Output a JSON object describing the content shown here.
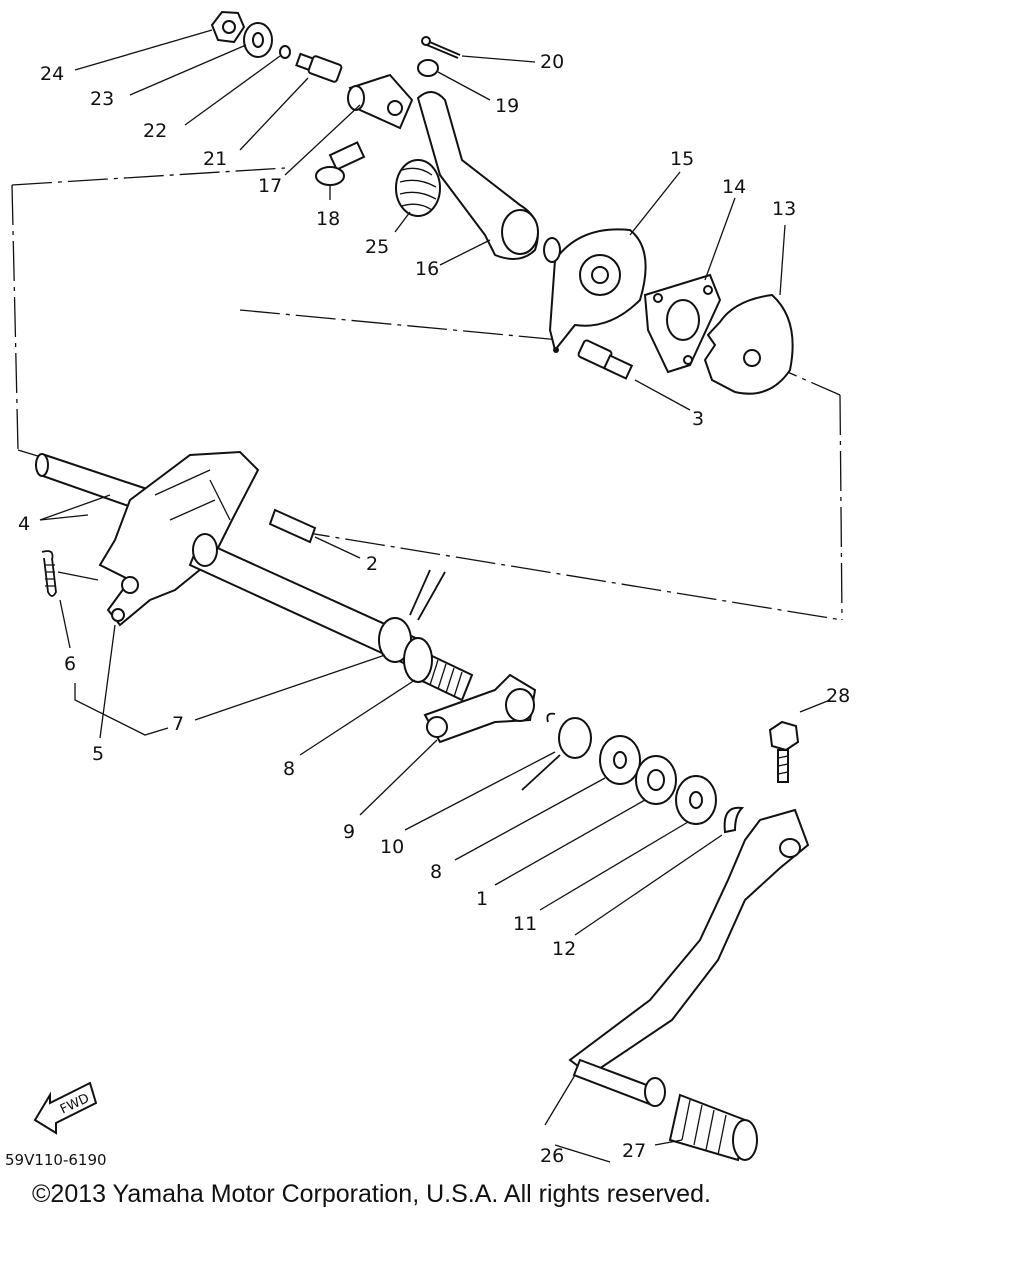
{
  "diagram": {
    "callouts": {
      "p1": "1",
      "p2": "2",
      "p3": "3",
      "p4": "4",
      "p5": "5",
      "p6": "6",
      "p7": "7",
      "p8a": "8",
      "p8b": "8",
      "p9": "9",
      "p10": "10",
      "p11": "11",
      "p12": "12",
      "p13": "13",
      "p14": "14",
      "p15": "15",
      "p16": "16",
      "p17": "17",
      "p18": "18",
      "p19": "19",
      "p20": "20",
      "p21": "21",
      "p22": "22",
      "p23": "23",
      "p24": "24",
      "p25": "25",
      "p26": "26",
      "p27": "27",
      "p28": "28"
    },
    "fwd_label": "FWD",
    "drawing_code": "59V110-6190"
  },
  "footer": {
    "copyright": "©2013 Yamaha Motor Corporation, U.S.A. All rights reserved."
  }
}
